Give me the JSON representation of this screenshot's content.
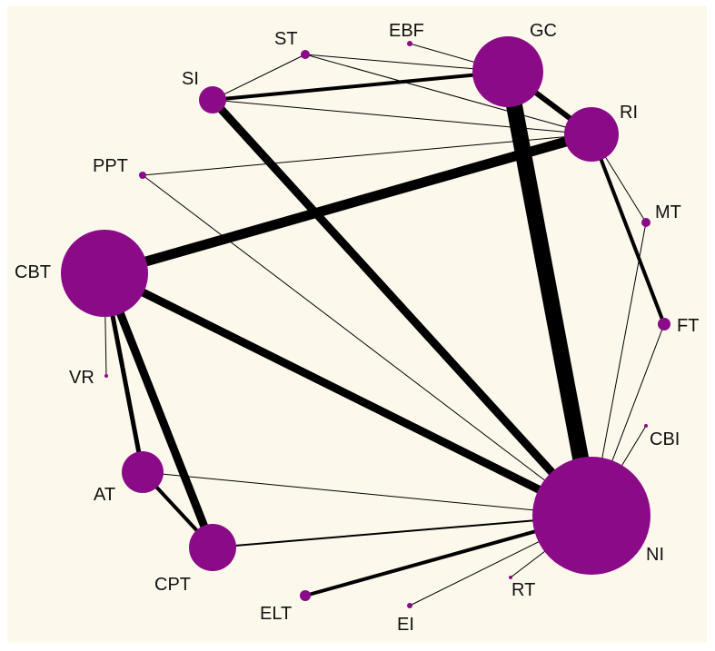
{
  "diagram": {
    "type": "network-meta-analysis-graph",
    "node_color": "#8b0a87",
    "edge_color": "#000000",
    "background": "#fdf8ec",
    "nodes": [
      {
        "id": "GC",
        "label": "GC"
      },
      {
        "id": "EBF",
        "label": "EBF"
      },
      {
        "id": "ST",
        "label": "ST"
      },
      {
        "id": "SI",
        "label": "SI"
      },
      {
        "id": "RI",
        "label": "RI"
      },
      {
        "id": "PPT",
        "label": "PPT"
      },
      {
        "id": "MT",
        "label": "MT"
      },
      {
        "id": "CBT",
        "label": "CBT"
      },
      {
        "id": "FT",
        "label": "FT"
      },
      {
        "id": "VR",
        "label": "VR"
      },
      {
        "id": "CBI",
        "label": "CBI"
      },
      {
        "id": "AT",
        "label": "AT"
      },
      {
        "id": "NI",
        "label": "NI"
      },
      {
        "id": "CPT",
        "label": "CPT"
      },
      {
        "id": "RT",
        "label": "RT"
      },
      {
        "id": "ELT",
        "label": "ELT"
      },
      {
        "id": "EI",
        "label": "EI"
      }
    ],
    "edges": [
      {
        "from": "GC",
        "to": "NI"
      },
      {
        "from": "RI",
        "to": "CBT"
      },
      {
        "from": "SI",
        "to": "NI"
      },
      {
        "from": "CBT",
        "to": "NI"
      },
      {
        "from": "CBT",
        "to": "CPT"
      },
      {
        "from": "CBT",
        "to": "AT"
      },
      {
        "from": "GC",
        "to": "RI"
      },
      {
        "from": "SI",
        "to": "GC"
      },
      {
        "from": "RI",
        "to": "FT"
      },
      {
        "from": "AT",
        "to": "CPT"
      },
      {
        "from": "ELT",
        "to": "NI"
      },
      {
        "from": "CPT",
        "to": "NI"
      },
      {
        "from": "EI",
        "to": "NI"
      },
      {
        "from": "RT",
        "to": "NI"
      },
      {
        "from": "AT",
        "to": "NI"
      },
      {
        "from": "PPT",
        "to": "NI"
      },
      {
        "from": "PPT",
        "to": "RI"
      },
      {
        "from": "ST",
        "to": "SI"
      },
      {
        "from": "ST",
        "to": "GC"
      },
      {
        "from": "ST",
        "to": "RI"
      },
      {
        "from": "EBF",
        "to": "GC"
      },
      {
        "from": "SI",
        "to": "RI"
      },
      {
        "from": "RI",
        "to": "MT"
      },
      {
        "from": "MT",
        "to": "NI"
      },
      {
        "from": "FT",
        "to": "NI"
      },
      {
        "from": "CBI",
        "to": "NI"
      },
      {
        "from": "CBT",
        "to": "VR"
      }
    ]
  }
}
